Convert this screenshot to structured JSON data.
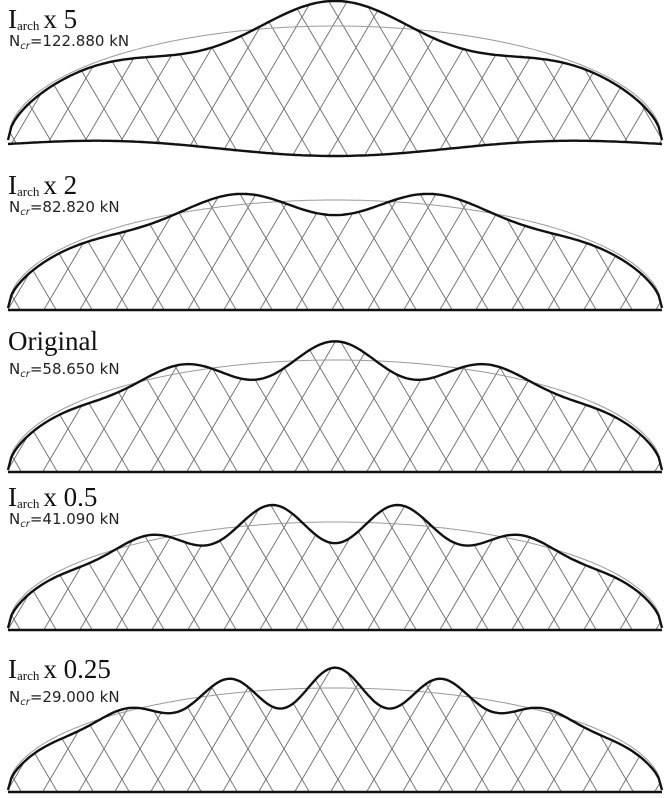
{
  "panels": [
    {
      "id": "x5",
      "title_main": "I",
      "title_sub": "arch",
      "title_suffix": "x 5",
      "ncr_symbol": "N",
      "ncr_sub": "cr",
      "ncr_value": "=122.880 kN"
    },
    {
      "id": "x2",
      "title_main": "I",
      "title_sub": "arch",
      "title_suffix": "x 2",
      "ncr_symbol": "N",
      "ncr_sub": "cr",
      "ncr_value": "=82.820 kN"
    },
    {
      "id": "original",
      "title_main": "Original",
      "title_sub": "",
      "title_suffix": "",
      "ncr_symbol": "N",
      "ncr_sub": "cr",
      "ncr_value": "=58.650 kN"
    },
    {
      "id": "x0_5",
      "title_main": "I",
      "title_sub": "arch",
      "title_suffix": "x 0.5",
      "ncr_symbol": "N",
      "ncr_sub": "cr",
      "ncr_value": "=41.090 kN"
    },
    {
      "id": "x0_25",
      "title_main": "I",
      "title_sub": "arch",
      "title_suffix": "x 0.25",
      "ncr_symbol": "N",
      "ncr_sub": "cr",
      "ncr_value": "=29.000 kN"
    }
  ],
  "colors": {
    "buckled_outline": "#111111",
    "original_arch": "#9a9a9a",
    "grid_lines": "#6a6a6a"
  }
}
